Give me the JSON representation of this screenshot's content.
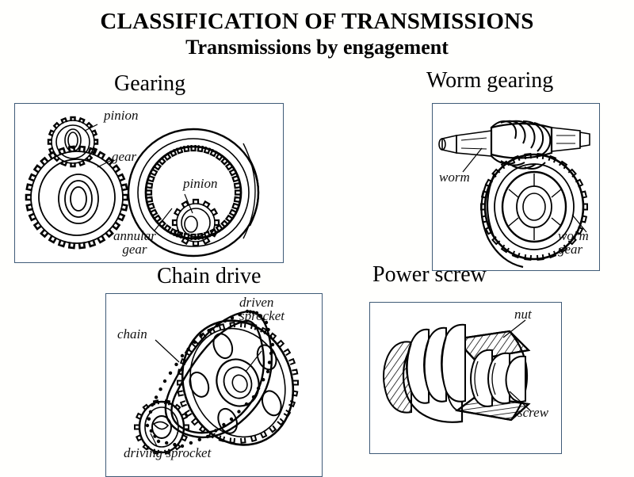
{
  "slide": {
    "title_main": "CLASSIFICATION OF TRANSMISSIONS",
    "title_sub": "Transmissions by engagement",
    "background_color": "#fffffd",
    "panel_border_color": "#3f5b77",
    "text_color": "#000000"
  },
  "sections": [
    {
      "id": "gearing",
      "heading": "Gearing",
      "labels": [
        {
          "name": "pinion-upper",
          "text": "pinion"
        },
        {
          "name": "gear",
          "text": "gear"
        },
        {
          "name": "pinion-inner",
          "text": "pinion"
        },
        {
          "name": "annular-gear",
          "text": "annular\ngear"
        }
      ]
    },
    {
      "id": "worm-gearing",
      "heading": "Worm  gearing",
      "labels": [
        {
          "name": "worm",
          "text": "worm"
        },
        {
          "name": "worm-gear",
          "text": "worm\ngear"
        }
      ]
    },
    {
      "id": "chain-drive",
      "heading": "Chain drive",
      "labels": [
        {
          "name": "driven-sprocket",
          "text": "driven\nsprocket"
        },
        {
          "name": "chain",
          "text": "chain"
        },
        {
          "name": "driving-sprocket",
          "text": "driving  sprocket"
        }
      ]
    },
    {
      "id": "power-screw",
      "heading": "Power screw",
      "labels": [
        {
          "name": "nut",
          "text": "nut"
        },
        {
          "name": "screw",
          "text": "screw"
        }
      ]
    }
  ]
}
